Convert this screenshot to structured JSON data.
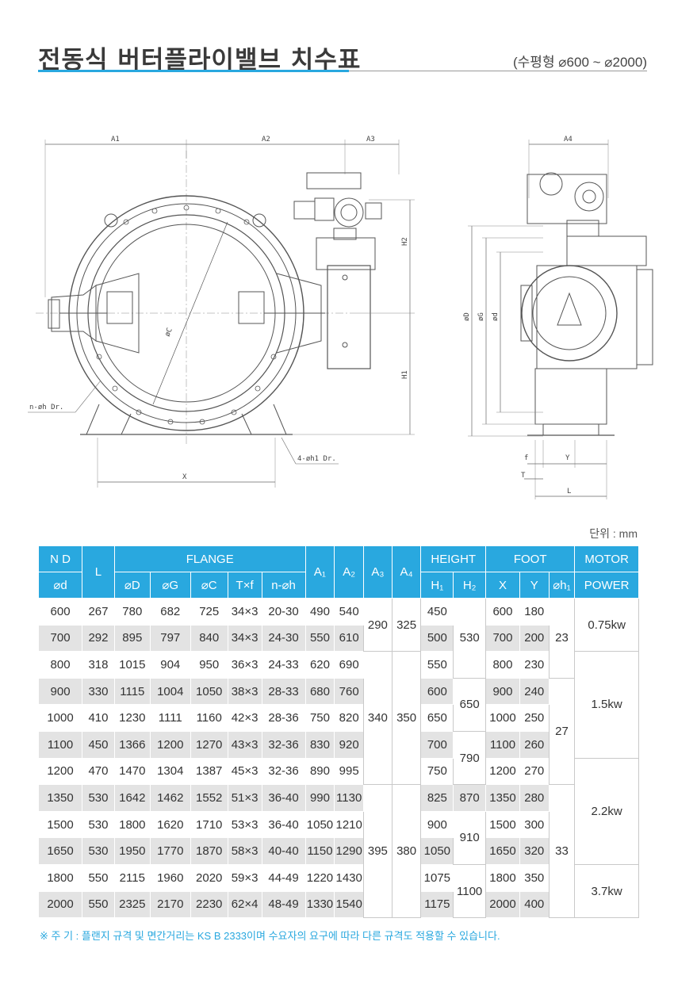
{
  "header": {
    "title": "전동식 버터플라이밸브 치수표",
    "subtitle": "(수평형 ⌀600 ~ ⌀2000)"
  },
  "drawing": {
    "front_labels": [
      "A1",
      "A2",
      "A3",
      "H2",
      "H1",
      "øC",
      "n-øh Dr.",
      "4-øh1 Dr.",
      "X"
    ],
    "side_labels": [
      "A4",
      "øD",
      "øG",
      "ød",
      "f",
      "Y",
      "T",
      "L"
    ]
  },
  "unit_label": "단위 : mm",
  "table": {
    "header_row1": {
      "nd": "N D",
      "l": "L",
      "flange": "FLANGE",
      "a1": "A₁",
      "a2": "A₂",
      "a3": "A₃",
      "a4": "A₄",
      "height": "HEIGHT",
      "foot": "FOOT",
      "motor": "MOTOR"
    },
    "header_row2": {
      "nd": "⌀d",
      "d": "⌀D",
      "g": "⌀G",
      "c": "⌀C",
      "txf": "T×f",
      "nh": "n-⌀h",
      "h1": "H₁",
      "h2": "H₂",
      "x": "X",
      "y": "Y",
      "h1f": "⌀h₁",
      "motor": "POWER"
    },
    "rows": [
      {
        "nd": "600",
        "l": "267",
        "d": "780",
        "g": "682",
        "c": "725",
        "txf": "34×3",
        "nh": "20-30",
        "a1": "490",
        "a2": "540",
        "h1": "450",
        "x": "600",
        "y": "180"
      },
      {
        "nd": "700",
        "l": "292",
        "d": "895",
        "g": "797",
        "c": "840",
        "txf": "34×3",
        "nh": "24-30",
        "a1": "550",
        "a2": "610",
        "h1": "500",
        "x": "700",
        "y": "200"
      },
      {
        "nd": "800",
        "l": "318",
        "d": "1015",
        "g": "904",
        "c": "950",
        "txf": "36×3",
        "nh": "24-33",
        "a1": "620",
        "a2": "690",
        "h1": "550",
        "x": "800",
        "y": "230"
      },
      {
        "nd": "900",
        "l": "330",
        "d": "1115",
        "g": "1004",
        "c": "1050",
        "txf": "38×3",
        "nh": "28-33",
        "a1": "680",
        "a2": "760",
        "h1": "600",
        "x": "900",
        "y": "240"
      },
      {
        "nd": "1000",
        "l": "410",
        "d": "1230",
        "g": "1111",
        "c": "1160",
        "txf": "42×3",
        "nh": "28-36",
        "a1": "750",
        "a2": "820",
        "h1": "650",
        "x": "1000",
        "y": "250"
      },
      {
        "nd": "1100",
        "l": "450",
        "d": "1366",
        "g": "1200",
        "c": "1270",
        "txf": "43×3",
        "nh": "32-36",
        "a1": "830",
        "a2": "920",
        "h1": "700",
        "x": "1100",
        "y": "260"
      },
      {
        "nd": "1200",
        "l": "470",
        "d": "1470",
        "g": "1304",
        "c": "1387",
        "txf": "45×3",
        "nh": "32-36",
        "a1": "890",
        "a2": "995",
        "h1": "750",
        "x": "1200",
        "y": "270"
      },
      {
        "nd": "1350",
        "l": "530",
        "d": "1642",
        "g": "1462",
        "c": "1552",
        "txf": "51×3",
        "nh": "36-40",
        "a1": "990",
        "a2": "1130",
        "h1": "825",
        "x": "1350",
        "y": "280"
      },
      {
        "nd": "1500",
        "l": "530",
        "d": "1800",
        "g": "1620",
        "c": "1710",
        "txf": "53×3",
        "nh": "36-40",
        "a1": "1050",
        "a2": "1210",
        "h1": "900",
        "x": "1500",
        "y": "300"
      },
      {
        "nd": "1650",
        "l": "530",
        "d": "1950",
        "g": "1770",
        "c": "1870",
        "txf": "58×3",
        "nh": "40-40",
        "a1": "1150",
        "a2": "1290",
        "h1": "1050",
        "x": "1650",
        "y": "320"
      },
      {
        "nd": "1800",
        "l": "550",
        "d": "2115",
        "g": "1960",
        "c": "2020",
        "txf": "59×3",
        "nh": "44-49",
        "a1": "1220",
        "a2": "1430",
        "h1": "1075",
        "x": "1800",
        "y": "350"
      },
      {
        "nd": "2000",
        "l": "550",
        "d": "2325",
        "g": "2170",
        "c": "2230",
        "txf": "62×4",
        "nh": "48-49",
        "a1": "1330",
        "a2": "1540",
        "h1": "1175",
        "x": "2000",
        "y": "400"
      }
    ],
    "merged": {
      "a3_1": "290",
      "a4_1": "325",
      "a3_2": "340",
      "a4_2": "350",
      "a3_3": "395",
      "a4_3": "380",
      "h2_1": "530",
      "h2_2": "650",
      "h2_3": "790",
      "h2_4": "870",
      "h2_5": "910",
      "h2_6": "1100",
      "foot_h1_1": "23",
      "foot_h1_2": "27",
      "foot_h1_3": "33",
      "motor_1": "0.75kw",
      "motor_2": "1.5kw",
      "motor_3": "2.2kw",
      "motor_4": "3.7kw"
    }
  },
  "footnote": "※ 주 기 : 플랜지 규격 및 면간거리는 KS B 2333이며 수요자의 요구에 따라 다른 규격도 적용할 수 있습니다.",
  "colors": {
    "accent": "#29a8df",
    "row_shade": "#e3e3e3"
  }
}
